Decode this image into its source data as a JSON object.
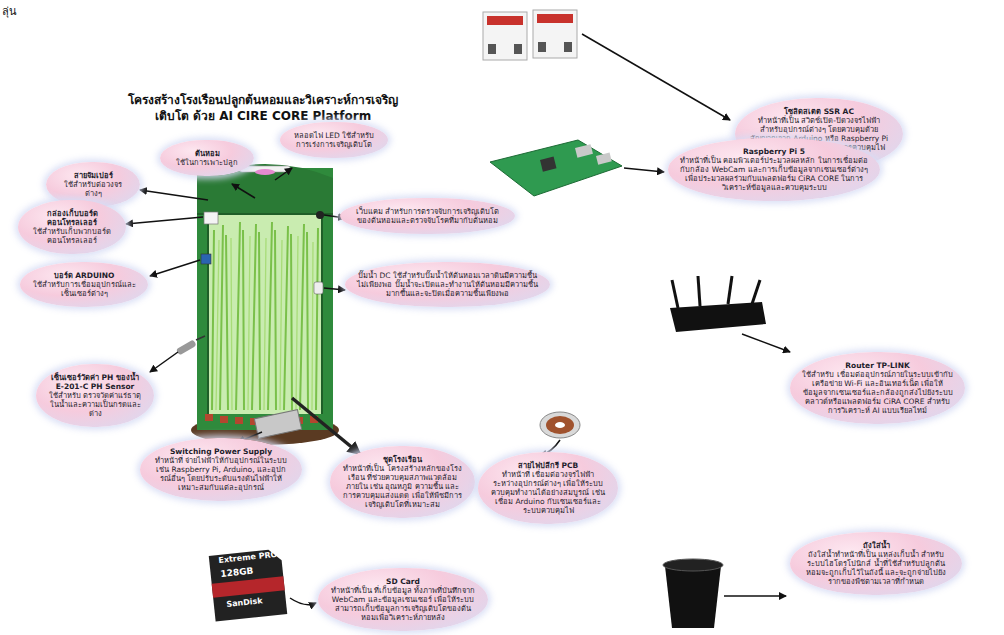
{
  "diagram": {
    "title": "โครงสร้างโรงเรือนปลูกต้นหอมและวิเคราะห์การเจริญเติบโต ด้วย AI CIRE CORE Platform",
    "nodes": [
      {
        "text": [
          "โซลิดสเตต SSR AC",
          "ทำหน้าที่เป็น สวิตช์เปิด-ปิดวงจรไฟฟ้า สำหรับอุปกรณ์ต่างๆ โดยควบคุมด้วยสัญญาณจาก Arduino หรือ Raspberry Pi ซึ่งจะใช้ในระบบรดน้ำหรือการควบคุมไฟปลูกพืช"
        ]
      },
      {
        "text": [
          "Raspberry Pi 5",
          "ทำหน้าที่เป็น คอมพิวเตอร์ประมวลผลหลัก ในการเชื่อมต่อกับกล้อง WebCam และการเก็บข้อมูลจากเซนเซอร์ต่างๆ เพื่อประมวลผลร่วมกับแพลตฟอร์ม CiRA CORE ในการวิเคราะห์ข้อมูลและควบคุมระบบ"
        ]
      },
      {
        "text": [
          "ต้นหอม",
          "ใช้ในการเพาะปลูก"
        ]
      },
      {
        "text": [
          "หลอดไฟ LED ใช้สำหรับการเร่งการเจริญเติบโต"
        ]
      },
      {
        "text": [
          "สายจัมเปอร์",
          "ใช้สำหรับต่อวงจรต่างๆ"
        ]
      },
      {
        "text": [
          "กล่องเก็บบอร์ดคอนโทรลเลอร์",
          "ใช้สำหรับเก็บพวกบอร์ดคอนโทรลเลอร์"
        ]
      },
      {
        "text": [
          "เว็บแคม สำหรับการตรวจจับการเจริญเติบโตของต้นหอมและตรวจจับโรคที่มากับต้นหอม"
        ]
      },
      {
        "text": [
          "บอร์ด ARDUINO",
          "ใช้สำหรับการเชื่อมอุปกรณ์และเซ็นเซอร์ต่างๆ"
        ]
      },
      {
        "text": [
          "ปั๊มน้ำ DC ใช้สำหรับปั๊มน้ำให้ต้นหอมเวลาดินมีความชื้นไม่เพียงพอ ปั๊มน้ำจะเปิดและทำงานให้ต้นหอมมีความชื้นมากขึ้นและจะปิดเมื่อความชื้นเพียงพอ"
        ]
      },
      {
        "text": [
          "Router TP-LINK",
          "ใช้สำหรับ เชื่อมต่ออุปกรณ์ภายในระบบเข้ากับเครือข่าย Wi-Fi และอินเทอร์เน็ต เพื่อให้ข้อมูลจากเซนเซอร์และกล้องถูกส่งไปยังระบบคลาวด์หรือแพลตฟอร์ม CiRA CORE สำหรับการวิเคราะห์ AI แบบเรียลไทม์"
        ]
      },
      {
        "text": [
          "เซ็นเซอร์วัดค่า PH ของน้ำ E-201-C PH Sensor",
          "ใช้สำหรับ ตรวจวัดค่าแร่ธาตุในน้ำและความเป็นกรดและด่าง"
        ]
      },
      {
        "text": [
          "Switching Power Supply",
          "ทำหน้าที่ จ่ายไฟฟ้าให้กับอุปกรณ์ในระบบ เช่น Raspberry Pi, Arduino, และอุปกรณ์อื่นๆ โดยปรับระดับแรงดันไฟฟ้าให้เหมาะสมกับแต่ละอุปกรณ์"
        ]
      },
      {
        "text": [
          "ชุดโรงเรือน",
          "ทำหน้าที่เป็น โครงสร้างหลักของโรงเรือน ที่ช่วยควบคุมสภาพแวดล้อมภายใน เช่น อุณหภูมิ ความชื้น และการควบคุมแสงแดด เพื่อให้พืชมีการเจริญเติบโตที่เหมาะสม"
        ]
      },
      {
        "text": [
          "สายไฟปลีกรี PCB",
          "ทำหน้าที่ เชื่อมต่อวงจรไฟฟ้า ระหว่างอุปกรณ์ต่างๆ เพื่อให้ระบบควบคุมทำงานได้อย่างสมบูรณ์ เช่น เชื่อม Arduino กับเซนเซอร์และระบบควบคุมไฟ"
        ]
      },
      {
        "text": [
          "SD Card",
          "ทำหน้าที่เป็น ที่เก็บข้อมูล ทั้งภาพที่บันทึกจาก WebCam และข้อมูลเซนเซอร์ เพื่อให้ระบบสามารถเก็บข้อมูลการเจริญเติบโตของต้นหอมเพื่อวิเคราะห์ภายหลัง"
        ]
      },
      {
        "text": [
          "ถังใส่น้ำ",
          "ถังใส่น้ำทำหน้าที่เป็น แหล่งเก็บน้ำ สำหรับระบบไฮโดรโปนิกส์ น้ำที่ใช้สำหรับปลูกต้นหอมจะถูกเก็บไว้ในถังนี้ และจะถูกจ่ายไปยังรากของพืชตามเวลาที่กำหนด"
        ]
      }
    ],
    "labels": [
      "ลุ่น",
      "Extreme PRO",
      "128GB",
      "SanDisk"
    ]
  }
}
